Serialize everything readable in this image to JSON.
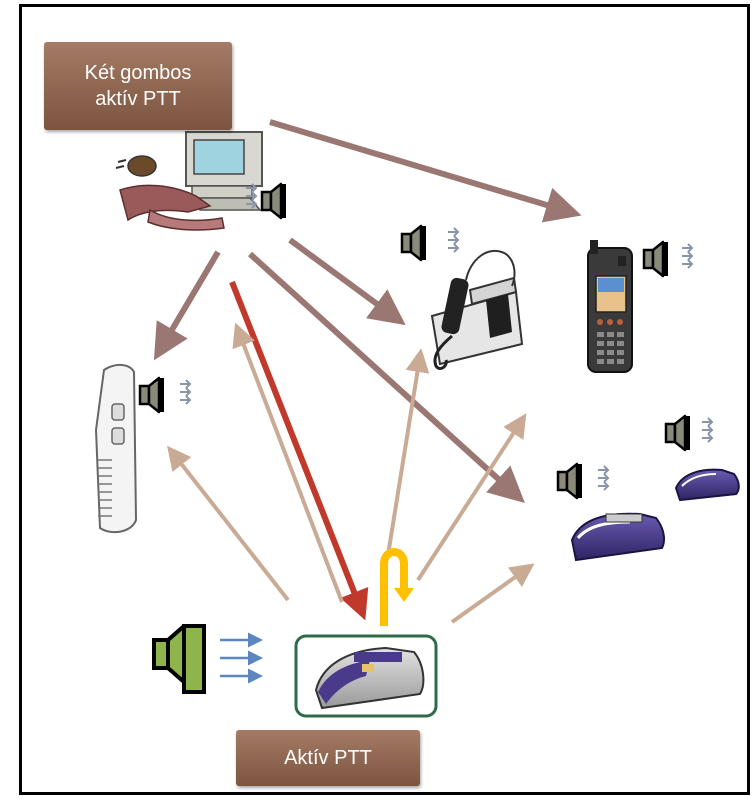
{
  "labels": {
    "top_line1": "Két gombos",
    "top_line2": "aktív PTT",
    "bottom": "Aktív PTT"
  },
  "icons": [
    "dispatcher-workstation-icon",
    "desk-phone-icon",
    "handheld-radio-icon",
    "portable-radio-icon",
    "train-icon",
    "ptt-speaker-icon",
    "u-turn-arrow-icon"
  ],
  "colors": {
    "arrow_dark": "#9b7773",
    "arrow_light": "#c9ab95",
    "arrow_red": "#c0392b",
    "u_turn": "#ffc000",
    "label_bg": "#8f6450",
    "speaker_gray": "#8a8a7a",
    "speaker_green": "#8db54b",
    "wave_blue": "#5b86c0",
    "train_body": "#4a3a8a",
    "active_box_border": "#2e6b46"
  }
}
